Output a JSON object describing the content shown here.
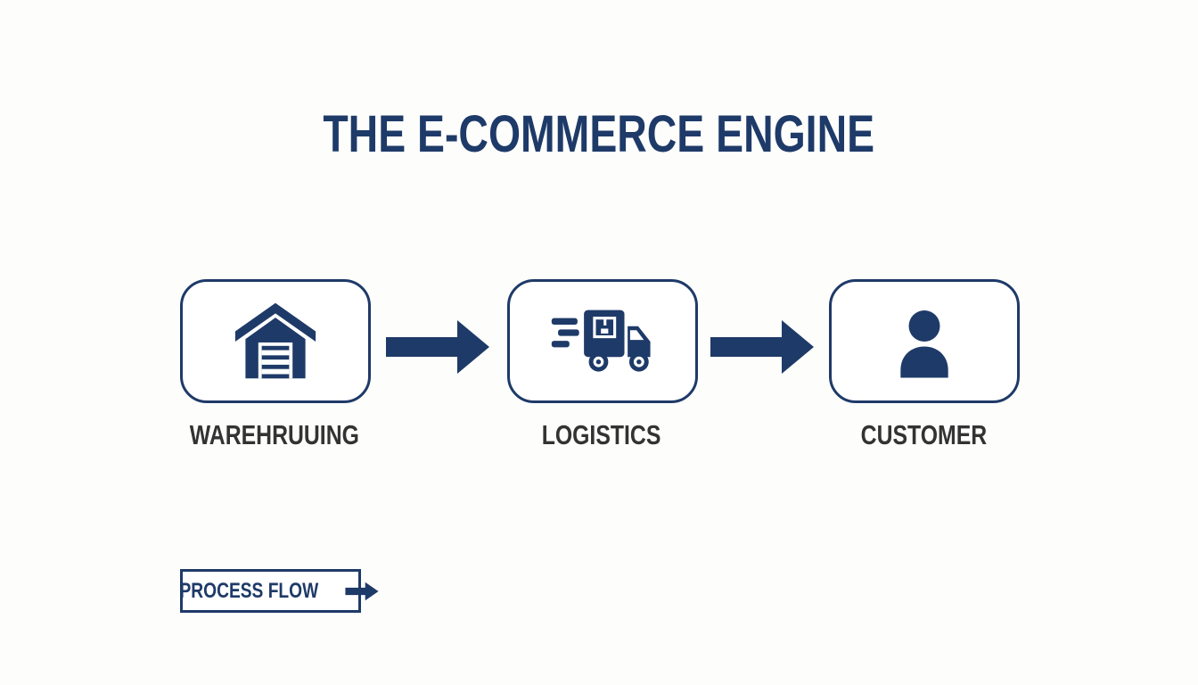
{
  "title": "THE E-COMMERCE ENGINE",
  "steps": [
    {
      "id": "warehousing",
      "label": "WAREHRUUING",
      "icon": "warehouse-icon"
    },
    {
      "id": "logistics",
      "label": "LOGISTICS",
      "icon": "delivery-truck-icon"
    },
    {
      "id": "customer",
      "label": "CUSTOMER",
      "icon": "person-icon"
    }
  ],
  "connectors": [
    {
      "from": "warehousing",
      "to": "logistics",
      "icon": "right-arrow-icon"
    },
    {
      "from": "logistics",
      "to": "customer",
      "icon": "right-arrow-icon"
    }
  ],
  "legend": {
    "label": "PROCESS FLOW",
    "icon": "right-arrow-icon"
  },
  "colors": {
    "navy": "#1e3a68",
    "label_text": "#333333",
    "background": "#fdfdfc",
    "card_fill": "#ffffff"
  }
}
